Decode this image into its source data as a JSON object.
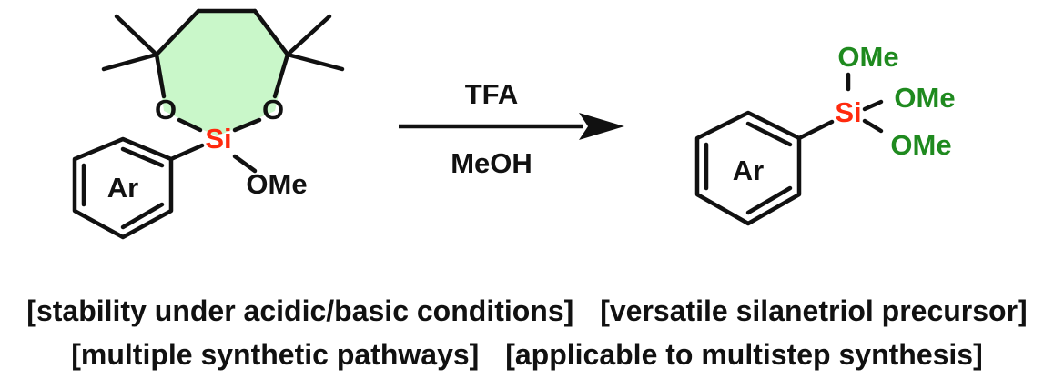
{
  "colors": {
    "ring_fill": "#c9f7c9",
    "silicon": "#ff2a0e",
    "methoxy_green": "#1f8a1f",
    "bond": "#111111"
  },
  "reactant": {
    "ring_O_left": "O",
    "ring_O_right": "O",
    "silicon": "Si",
    "methoxy": "OMe",
    "aryl": "Ar"
  },
  "reagents": {
    "above_arrow": "TFA",
    "below_arrow": "MeOH"
  },
  "product": {
    "silicon": "Si",
    "methoxy_top": "OMe",
    "methoxy_right": "OMe",
    "methoxy_bottom": "OMe",
    "aryl": "Ar"
  },
  "captions": {
    "row1": [
      "[stability under acidic/basic conditions]",
      "[versatile silanetriol precursor]"
    ],
    "row2": [
      "[multiple synthetic pathways]",
      "[applicable to multistep synthesis]"
    ]
  }
}
